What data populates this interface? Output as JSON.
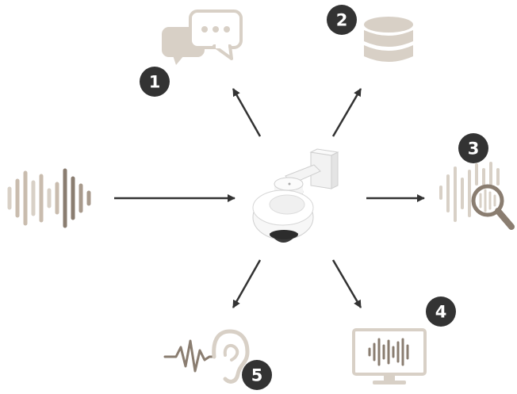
{
  "colors": {
    "dark": "#333333",
    "beige": "#d8d0c6",
    "beige_mid": "#c9bcae",
    "brown": "#8a7d70",
    "brown_dark": "#6f6256",
    "white": "#ffffff"
  },
  "center": {
    "icon": "audio-camera-device-icon"
  },
  "input": {
    "icon": "sound-wave-icon"
  },
  "outputs": [
    {
      "number": "1",
      "icon": "chat-bubbles-icon"
    },
    {
      "number": "2",
      "icon": "database-icon"
    },
    {
      "number": "3",
      "icon": "sound-analysis-magnifier-icon"
    },
    {
      "number": "4",
      "icon": "monitor-waveform-icon"
    },
    {
      "number": "5",
      "icon": "ear-listening-icon"
    }
  ]
}
